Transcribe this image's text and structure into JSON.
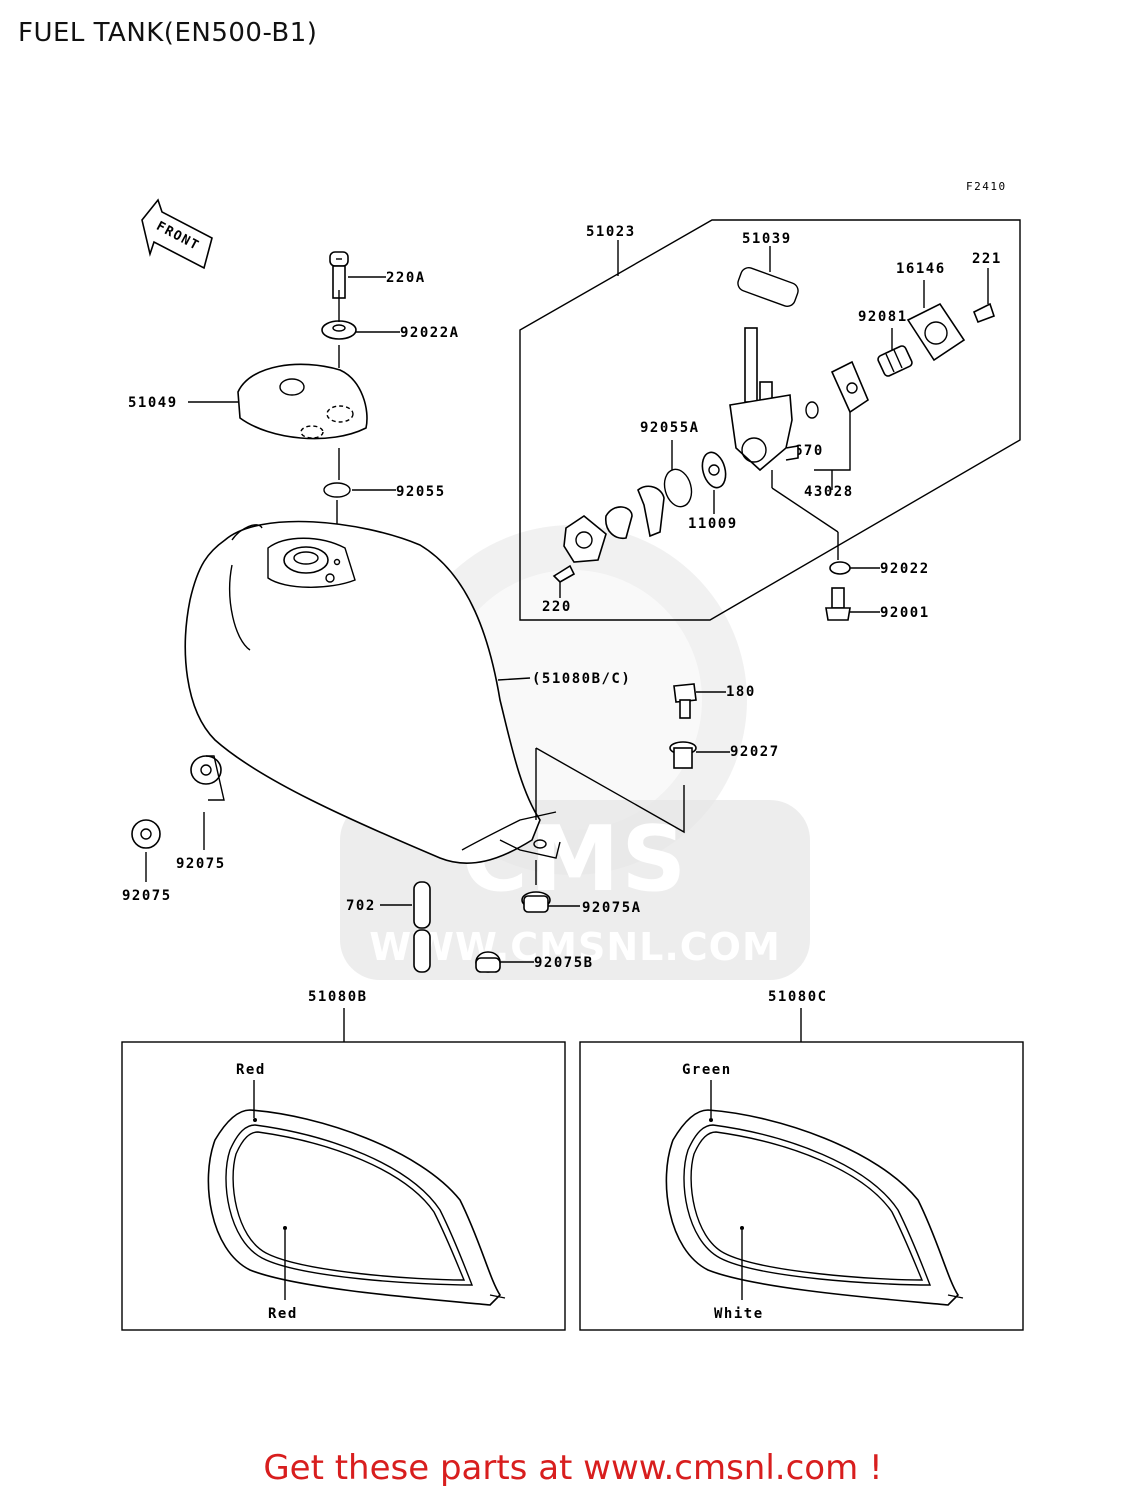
{
  "title": "FUEL TANK(EN500-B1)",
  "figure_code": "F2410",
  "front_label": "FRONT",
  "watermark": "WWW.CMSNL.COM",
  "watermark_logo_text": "CMS",
  "footer": "Get these parts at www.cmsnl.com !",
  "colors": {
    "footer": "#d81e1e",
    "watermark": "#e6e6e6",
    "line": "#000000"
  },
  "parts": {
    "p220A": "220A",
    "p92022A": "92022A",
    "p51049": "51049",
    "p92055": "92055",
    "p51080BC": "(51080B/C)",
    "p51023": "51023",
    "p51039": "51039",
    "p221": "221",
    "p16146": "16146",
    "p92081": "92081",
    "p92055A": "92055A",
    "p670": "670",
    "p43028": "43028",
    "p11009": "11009",
    "p220": "220",
    "p92022": "92022",
    "p92001": "92001",
    "p180": "180",
    "p92027": "92027",
    "p92075_r": "92075",
    "p92075_l": "92075",
    "p702": "702",
    "p92075A": "92075A",
    "p92075B": "92075B",
    "p51080B": "51080B",
    "p51080C": "51080C"
  },
  "variants": {
    "b_top": "Red",
    "b_bottom": "Red",
    "c_top": "Green",
    "c_bottom": "White"
  }
}
